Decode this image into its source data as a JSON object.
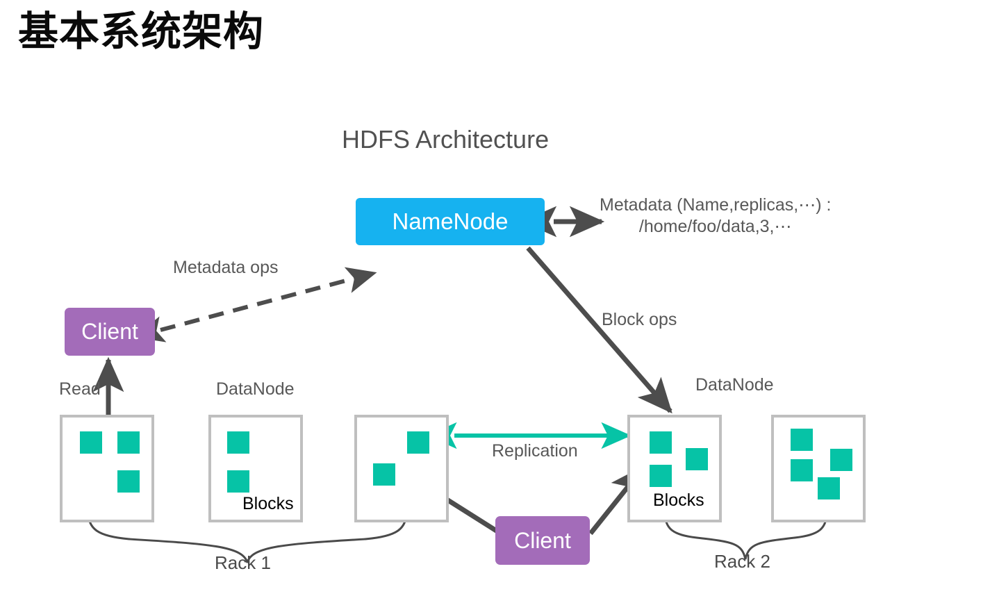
{
  "slide": {
    "title": "基本系统架构",
    "background_color": "#ffffff"
  },
  "diagram": {
    "title": "HDFS Architecture",
    "colors": {
      "namenode": "#16B2F0",
      "client": "#A36CB9",
      "block": "#06C3A6",
      "rack_border": "#bfbfbf",
      "arrow_dark": "#4d4d4d",
      "arrow_replication": "#06C3A6",
      "text": "#585858"
    },
    "nodes": {
      "namenode": {
        "label": "NameNode"
      },
      "client_left": {
        "label": "Client"
      },
      "client_bottom": {
        "label": "Client"
      }
    },
    "metadata": {
      "line1": "Metadata (Name,replicas,⋯) :",
      "line2": "/home/foo/data,3,⋯"
    },
    "labels": {
      "metadata_ops": "Metadata ops",
      "block_ops": "Block ops",
      "read": "Read",
      "replication": "Replication",
      "datanode_left": "DataNode",
      "datanode_right": "DataNode",
      "blocks_left": "Blocks",
      "blocks_right": "Blocks",
      "rack1": "Rack  1",
      "rack2": "Rack  2"
    },
    "racks": [
      {
        "name": "rack1",
        "label": "Rack  1",
        "datanodes": [
          {
            "id": "dn1",
            "blocks": 3,
            "has_blocks_label": false
          },
          {
            "id": "dn2",
            "blocks": 2,
            "has_blocks_label": true
          },
          {
            "id": "dn3",
            "blocks": 2,
            "has_blocks_label": false
          }
        ]
      },
      {
        "name": "rack2",
        "label": "Rack  2",
        "datanodes": [
          {
            "id": "dn4",
            "blocks": 3,
            "has_blocks_label": true
          },
          {
            "id": "dn5",
            "blocks": 4,
            "has_blocks_label": false
          }
        ]
      }
    ],
    "edges": [
      {
        "from": "client_left",
        "to": "namenode",
        "label": "Metadata ops",
        "style": "dashed",
        "heads": "both"
      },
      {
        "from": "namenode",
        "to": "metadata_text",
        "label": "",
        "style": "solid",
        "heads": "both"
      },
      {
        "from": "namenode",
        "to": "dn4",
        "label": "Block ops",
        "style": "solid",
        "heads": "end"
      },
      {
        "from": "dn1",
        "to": "client_left",
        "label": "Read",
        "style": "solid",
        "heads": "end"
      },
      {
        "from": "dn3",
        "to": "dn4",
        "label": "Replication",
        "style": "solid",
        "heads": "both",
        "color": "#06C3A6"
      },
      {
        "from": "client_bottom",
        "to": "dn3",
        "label": "",
        "style": "solid",
        "heads": "end"
      },
      {
        "from": "client_bottom",
        "to": "dn4",
        "label": "",
        "style": "solid",
        "heads": "end"
      }
    ]
  }
}
